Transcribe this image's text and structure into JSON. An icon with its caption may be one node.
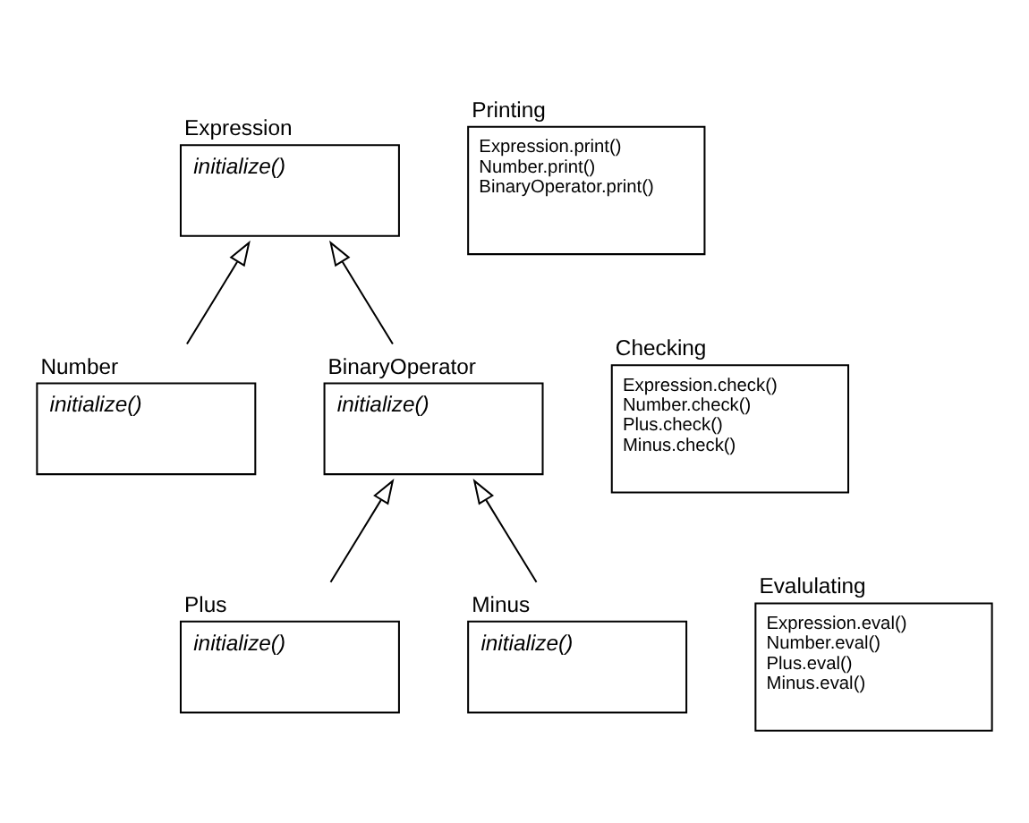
{
  "diagram": {
    "nodes": [
      {
        "text": [
          "Expression",
          "initialize()"
        ]
      },
      {
        "text": [
          "Number",
          "initialize()"
        ]
      },
      {
        "text": [
          "BinaryOperator",
          "initialize()"
        ]
      },
      {
        "text": [
          "Plus",
          "initialize()"
        ]
      },
      {
        "text": [
          "Minus",
          "initialize()"
        ]
      },
      {
        "text": [
          "Printing",
          "Expression.print()",
          "Number.print()",
          "BinaryOperator.print()"
        ]
      },
      {
        "text": [
          "Checking",
          "Expression.check()",
          "Number.check()",
          "Plus.check()",
          "Minus.check()"
        ]
      },
      {
        "text": [
          "Evalulating",
          "Expression.eval()",
          "Number.eval()",
          "Plus.eval()",
          "Minus.eval()"
        ]
      }
    ],
    "edges": [
      {
        "from": 1,
        "to": 0,
        "arrow": "to"
      },
      {
        "from": 2,
        "to": 0,
        "arrow": "to"
      },
      {
        "from": 3,
        "to": 2,
        "arrow": "to"
      },
      {
        "from": 4,
        "to": 2,
        "arrow": "to"
      }
    ]
  }
}
